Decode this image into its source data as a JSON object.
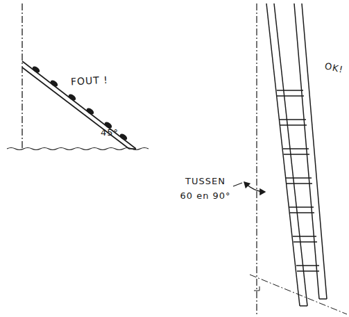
{
  "diagram": {
    "labels": [
      "FOUT !",
      "45°",
      "OK!",
      "TUSSEN 60 en 90°"
    ]
  }
}
